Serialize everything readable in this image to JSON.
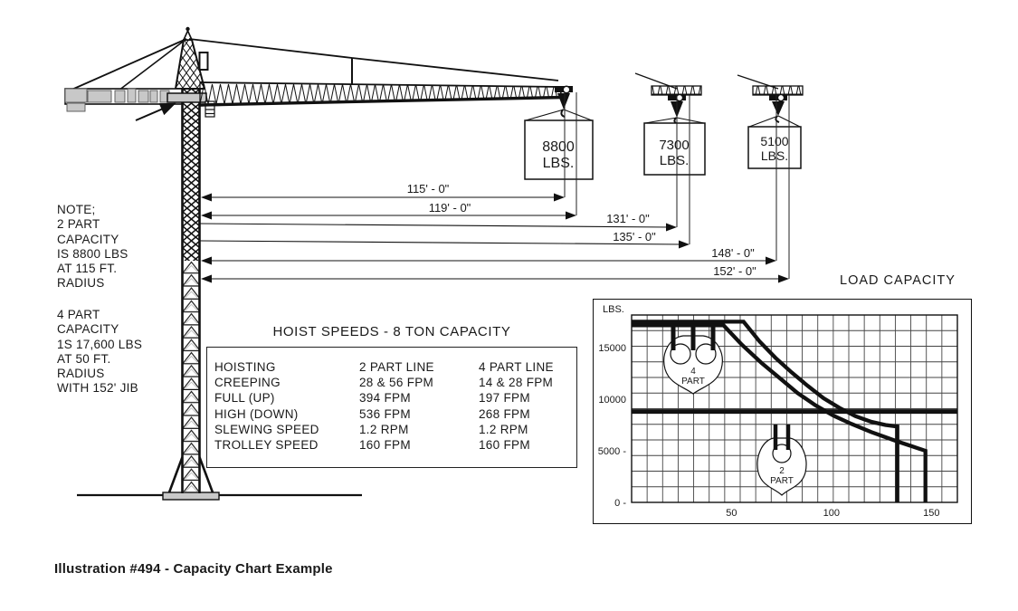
{
  "illustration_caption": "Illustration #494 - Capacity Chart Example",
  "notes": {
    "note1": "NOTE;\n2 PART\nCAPACITY\nIS 8800 LBS\nAT 115 FT.\nRADIUS",
    "note2": "4 PART\nCAPACITY\n1S 17,600 LBS\nAT 50 FT.\nRADIUS\nWITH 152' JIB"
  },
  "loads": [
    {
      "value": "8800",
      "unit": "LBS."
    },
    {
      "value": "7300",
      "unit": "LBS."
    },
    {
      "value": "5100",
      "unit": "LBS."
    }
  ],
  "dims": [
    "115' - 0\"",
    "119' - 0\"",
    "131' - 0\"",
    "135' - 0\"",
    "148' - 0\"",
    "152' - 0\""
  ],
  "hoist_table": {
    "title": "HOIST SPEEDS - 8 TON CAPACITY",
    "rows": [
      [
        "HOISTING",
        "2 PART LINE",
        "4 PART LINE"
      ],
      [
        "CREEPING",
        "28 & 56 FPM",
        "14 & 28 FPM"
      ],
      [
        "FULL (UP)",
        "394 FPM",
        "197 FPM"
      ],
      [
        "HIGH (DOWN)",
        "536 FPM",
        "268 FPM"
      ],
      [
        "SLEWING SPEED",
        "1.2 RPM",
        "1.2 RPM"
      ],
      [
        "TROLLEY SPEED",
        "160 FPM",
        "160 FPM"
      ]
    ]
  },
  "chart_data": {
    "type": "line",
    "title": "LOAD CAPACITY",
    "ylabel": "LBS.",
    "xlabel": "",
    "xlim": [
      0,
      163
    ],
    "ylim": [
      0,
      18150
    ],
    "x_ticks": [
      50,
      100,
      150
    ],
    "y_ticks": [
      15000,
      10000,
      5000,
      0
    ],
    "y_tick_labels": [
      "15000",
      "10000",
      "5000 -",
      "0 -"
    ],
    "grid": true,
    "series": [
      {
        "name": "4 PART",
        "points": [
          [
            0,
            17500
          ],
          [
            56,
            17500
          ],
          [
            64,
            15600
          ],
          [
            72,
            14000
          ],
          [
            80,
            12600
          ],
          [
            88,
            11300
          ],
          [
            96,
            10100
          ],
          [
            104,
            9150
          ],
          [
            112,
            8350
          ],
          [
            120,
            7800
          ],
          [
            127,
            7500
          ],
          [
            133,
            7350
          ],
          [
            133,
            0
          ]
        ]
      },
      {
        "name": "2 PART",
        "points": [
          [
            0,
            17150
          ],
          [
            46,
            17150
          ],
          [
            55,
            15300
          ],
          [
            65,
            13500
          ],
          [
            75,
            11900
          ],
          [
            83,
            10600
          ],
          [
            92,
            9400
          ],
          [
            101,
            8400
          ],
          [
            110,
            7600
          ],
          [
            120,
            6800
          ],
          [
            133,
            5900
          ],
          [
            140,
            5450
          ],
          [
            147,
            5000
          ],
          [
            147,
            0
          ]
        ]
      },
      {
        "name": "2 PART limit 8800 LBS",
        "points": [
          [
            0,
            8800
          ],
          [
            163,
            8800
          ]
        ]
      }
    ],
    "annotations": [
      {
        "label": "4 PART"
      },
      {
        "label": "2 PART"
      }
    ]
  }
}
